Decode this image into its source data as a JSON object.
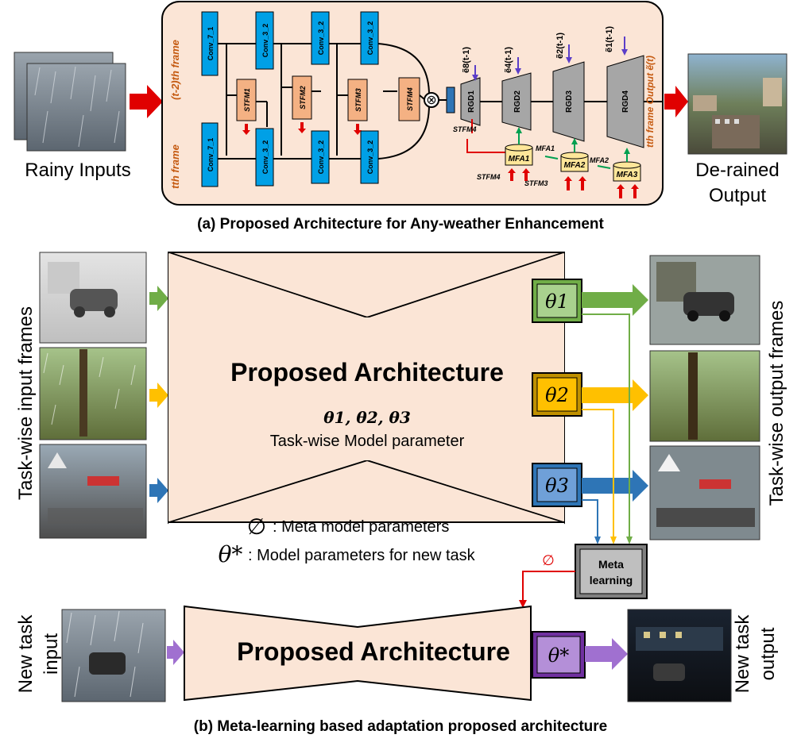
{
  "part_a": {
    "caption": "(a) Proposed Architecture for Any-weather Enhancement",
    "input_label": "Rainy Inputs",
    "output_label_line1": "De-rained",
    "output_label_line2": "Output",
    "frame_top_label": "(t-2)th frame",
    "frame_bottom_label": "tth frame",
    "output_side_label": "tth frame Output ẽ(t)",
    "conv_blocks": [
      "Conv_7_1",
      "Conv_3_2",
      "Conv_3_2",
      "Conv_3_2",
      "Conv_7_1",
      "Conv_3_2",
      "Conv_3_2",
      "Conv_3_2"
    ],
    "stfm_blocks": [
      "STFM1",
      "STFM2",
      "STFM3",
      "STFM4"
    ],
    "rgd_blocks": [
      "RGD1",
      "RGD2",
      "RGD3",
      "RGD4"
    ],
    "rgd_inputs": [
      "ẽ8(t-1)",
      "ẽ4(t-1)",
      "ẽ2(t-1)",
      "ẽ1(t-1)"
    ],
    "mfa_blocks": [
      "MFA1",
      "MFA2",
      "MFA3"
    ],
    "small_labels": {
      "stfm4_a": "STFM4",
      "stfm4_b": "STFM4",
      "stfm3": "STFM3",
      "mfa1": "MFA1",
      "mfa2": "MFA2"
    },
    "multiply_symbol": "⊗"
  },
  "part_b": {
    "caption": "(b) Meta-learning based adaptation proposed architecture",
    "left_label": "Task-wise input frames",
    "right_label": "Task-wise output frames",
    "main_title": "Proposed Architecture",
    "params_line": "θ1, θ2, θ3",
    "params_caption": "Task-wise Model parameter",
    "theta_boxes": [
      "θ1",
      "θ2",
      "θ3"
    ],
    "meta_legend": ": Meta model parameters",
    "theta_star_legend": ": Model parameters for new task",
    "phi_symbol": "∅",
    "theta_star_symbol": "θ*",
    "meta_box_line1": "Meta",
    "meta_box_line2": "learning",
    "new_input_line1": "New task",
    "new_input_line2": "input",
    "new_output_line1": "New task",
    "new_output_line2": "output",
    "new_title": "Proposed Architecture",
    "new_theta": "θ*"
  },
  "colors": {
    "green": "#70ad47",
    "yellow": "#ffc000",
    "blue": "#2e75b6",
    "purple": "#a070d0",
    "red": "#e00000",
    "peach": "#fbe5d6",
    "conv_blue": "#00a0e6",
    "stfm_orange": "#f4b183",
    "mfa_yellow": "#ffe699",
    "orange_text": "#c55a11"
  }
}
